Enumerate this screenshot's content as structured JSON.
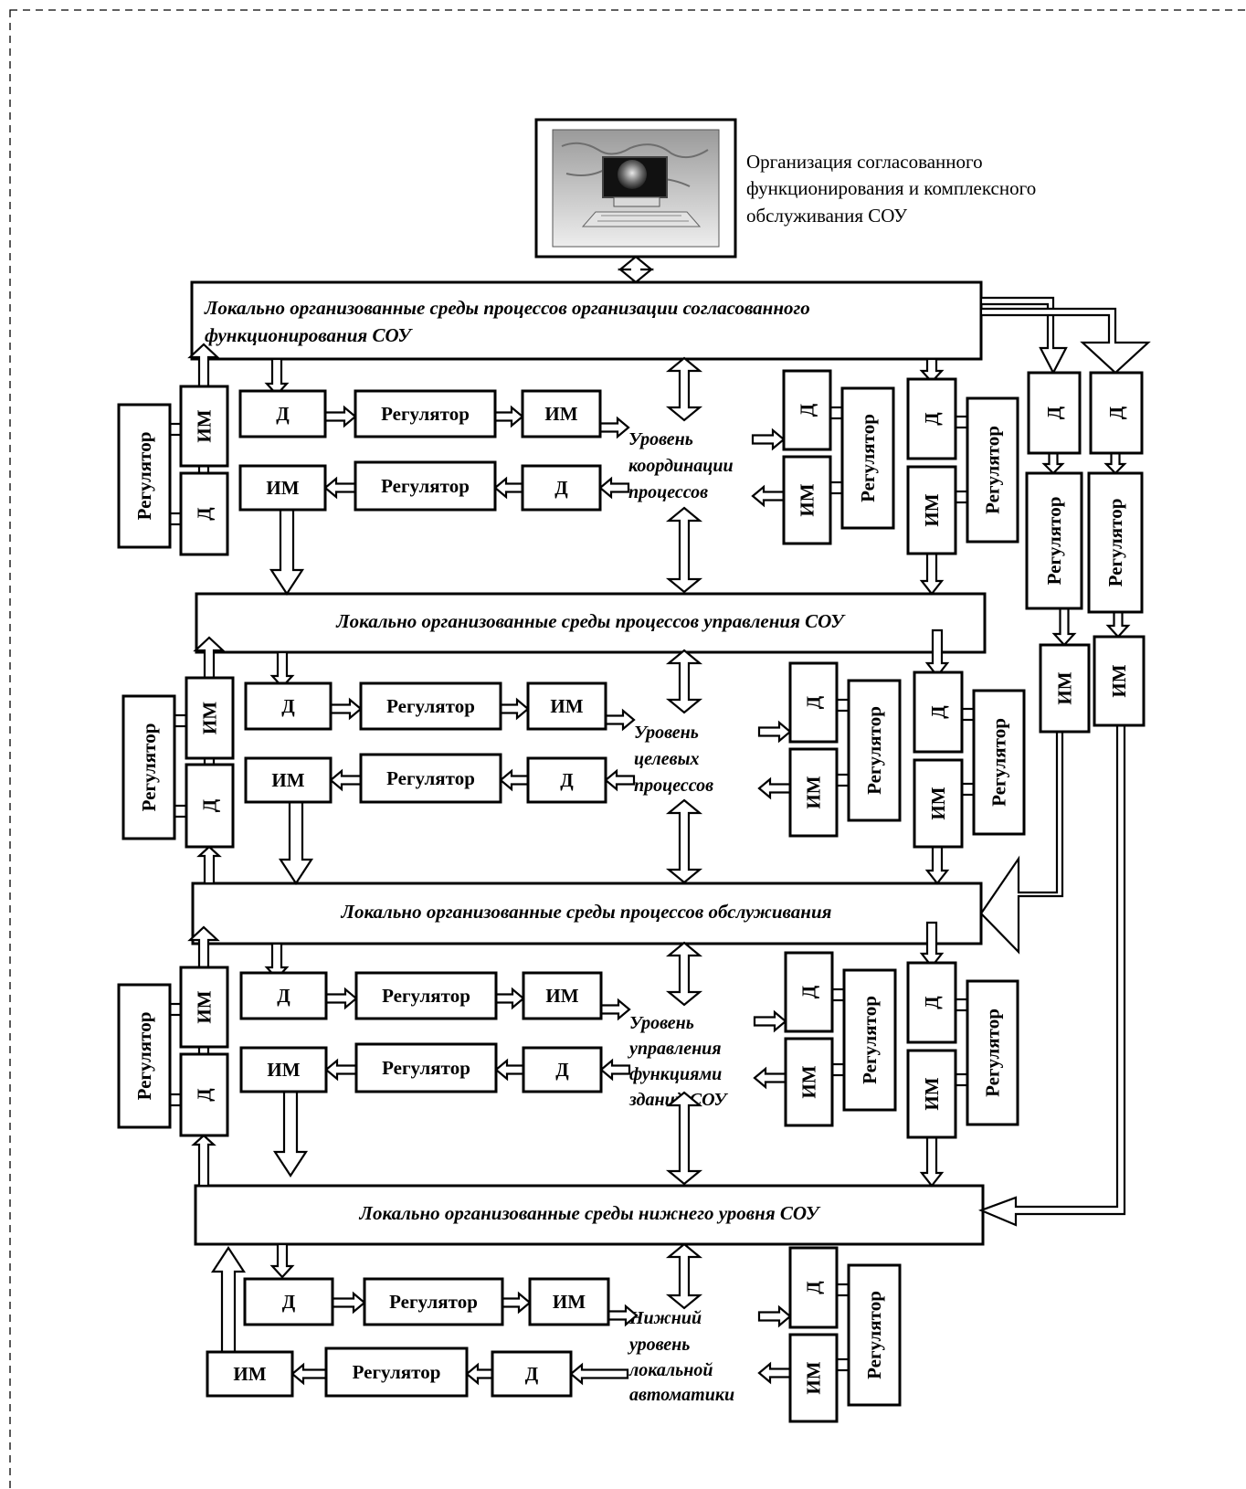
{
  "caption": [
    "Организация согласованного",
    "функционирования и комплексного",
    "обслуживания СОУ"
  ],
  "buses": [
    [
      "Локально организованные среды процессов организации согласованного",
      "функционирования СОУ"
    ],
    [
      "Локально организованные среды процессов управления СОУ"
    ],
    [
      "Локально организованные среды процессов обслуживания"
    ],
    [
      "Локально организованные среды нижнего уровня СОУ"
    ]
  ],
  "levels": [
    [
      "Уровень",
      "координации",
      "процессов"
    ],
    [
      "Уровень",
      "целевых",
      "процессов"
    ],
    [
      "Уровень",
      "управления",
      "функциями",
      "зданий СОУ"
    ],
    [
      "Нижний",
      "уровень",
      "локальной",
      "автоматики"
    ]
  ],
  "labels": {
    "sensor": "Д",
    "actuator": "ИМ",
    "regulator": "Регулятор"
  },
  "colors": {
    "line": "#000000",
    "background": "#ffffff"
  }
}
